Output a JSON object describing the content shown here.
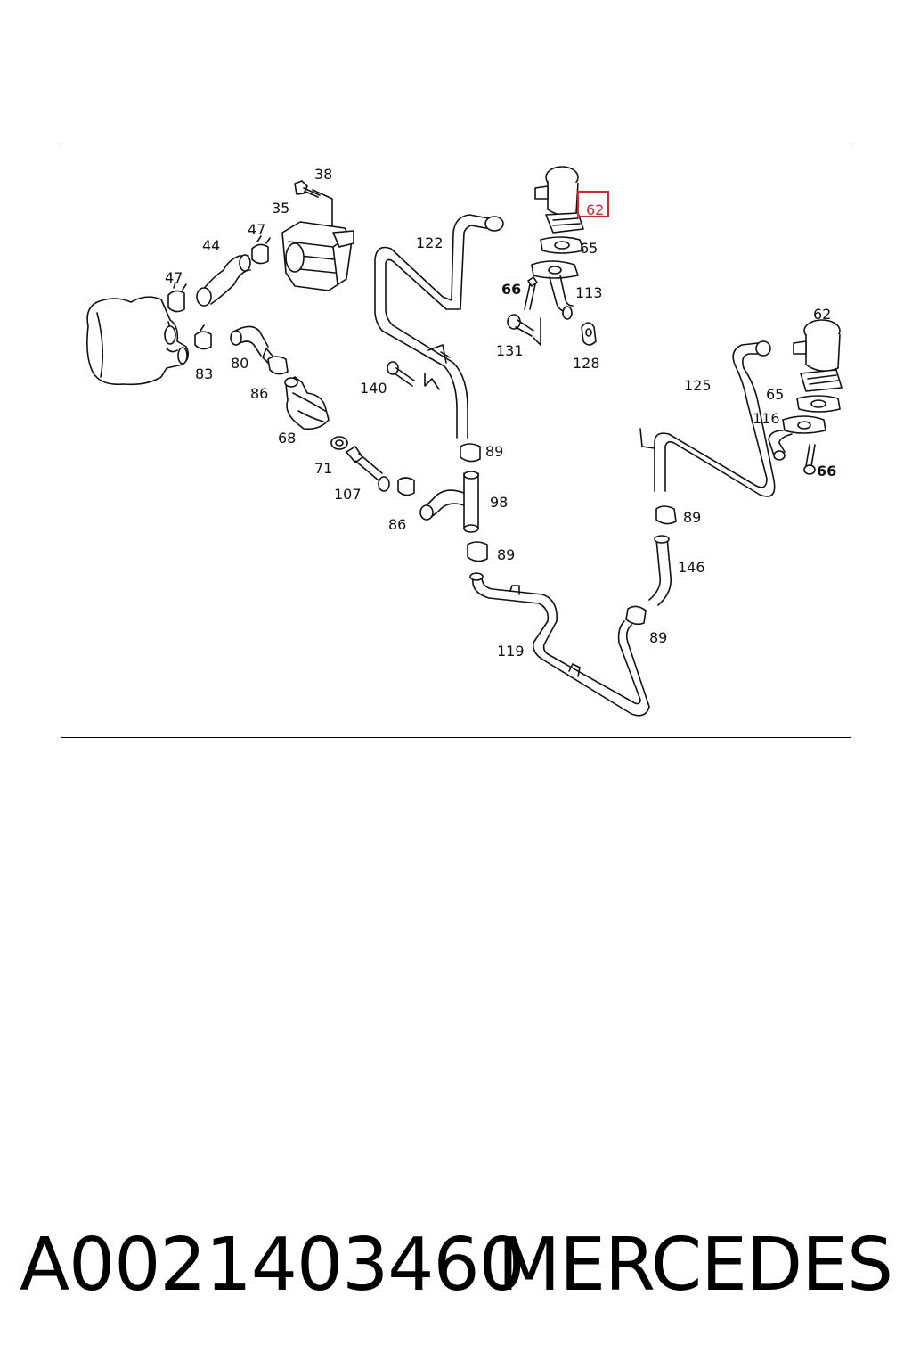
{
  "diagram": {
    "callouts": {
      "c38": "38",
      "c35": "35",
      "c47a": "47",
      "c44": "44",
      "c47b": "47",
      "c83": "83",
      "c80": "80",
      "c86a": "86",
      "c68": "68",
      "c71": "71",
      "c107": "107",
      "c86b": "86",
      "c122": "122",
      "c140": "140",
      "c89a": "89",
      "c98": "98",
      "c89b": "89",
      "c119": "119",
      "c62a": "62",
      "c65a": "65",
      "c66a": "66",
      "c113": "113",
      "c131": "131",
      "c128": "128",
      "c62b": "62",
      "c125": "125",
      "c65b": "65",
      "c116": "116",
      "c66b": "66",
      "c89c": "89",
      "c146": "146",
      "c89d": "89"
    },
    "highlight_color": "#d9262c"
  },
  "footer": {
    "part_number": "A0021403460",
    "brand": "MERCEDES"
  }
}
